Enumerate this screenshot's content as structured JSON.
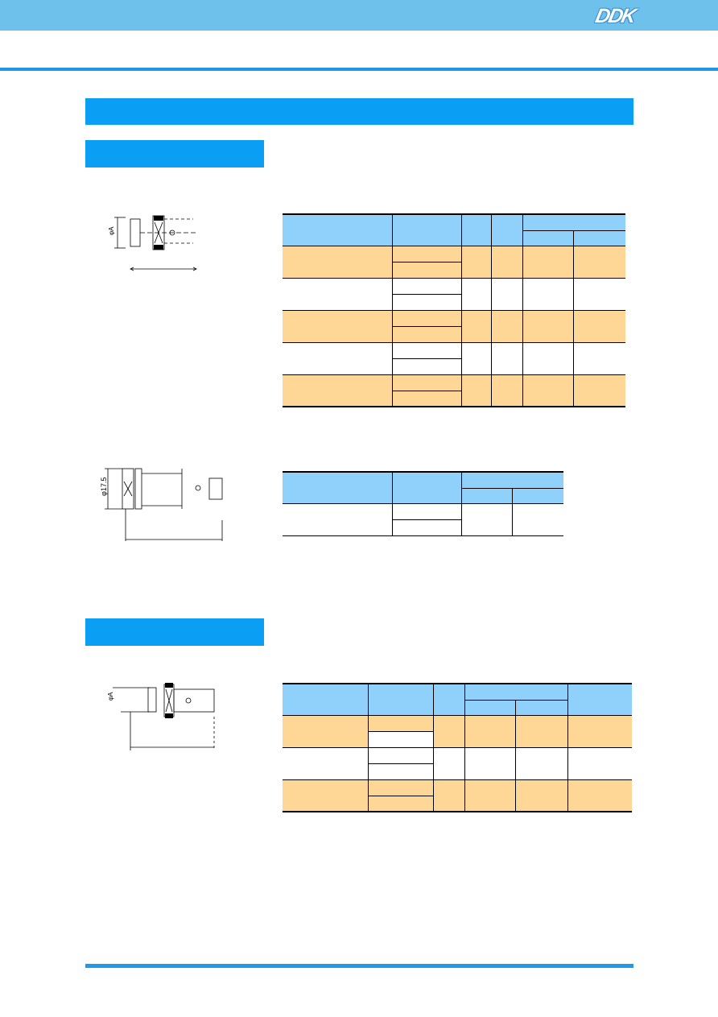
{
  "brand": {
    "logo_text": "DDK"
  },
  "colors": {
    "top_bar": "#6ec1ea",
    "accent": "#0a9ef5",
    "table_header": "#8fd1fa",
    "table_highlight": "#fed696"
  },
  "diagrams": {
    "d1": {
      "label": "φA"
    },
    "d2": {
      "label": "φ17.5"
    },
    "d3": {
      "label": "φA"
    }
  }
}
